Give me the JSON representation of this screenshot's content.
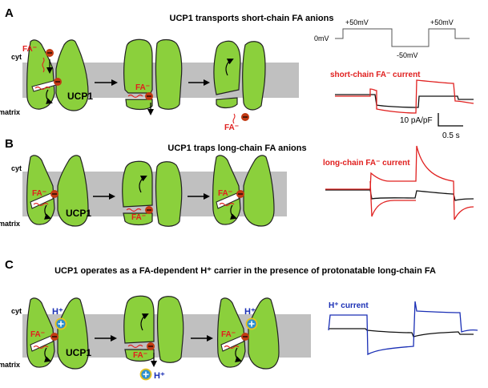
{
  "colors": {
    "protein_fill": "#8bd03c",
    "membrane": "#c0c0c0",
    "fa_head": "#c13a13",
    "fa_tail": "#e0201f",
    "red_trace": "#e0201f",
    "black_trace": "#111111",
    "blue_trace": "#1a2fb5",
    "hplus_fill": "#2d8fd0",
    "hplus_ring": "#e8c21c"
  },
  "icons": [
    "fa-anion-headgroup-icon",
    "fatty-acid-tail-icon",
    "proton-icon",
    "arrow-icon",
    "curved-arrow-icon"
  ],
  "panels": [
    {
      "letter": "A",
      "title": "UCP1 transports short-chain FA anions",
      "cyt": "cyt",
      "matrix": "matrix",
      "protein": "UCP1",
      "fa": "FA⁻",
      "voltage_protocol": {
        "v0": "0mV",
        "v1": "+50mV",
        "v2": "-50mV",
        "v3": "+50mV"
      },
      "trace_label": "short-chain FA⁻ current",
      "scale_y": "10 pA/pF",
      "scale_x": "0.5 s"
    },
    {
      "letter": "B",
      "title": "UCP1 traps long-chain FA anions",
      "cyt": "cyt",
      "matrix": "matrix",
      "protein": "UCP1",
      "fa": "FA⁻",
      "trace_label": "long-chain FA⁻ current"
    },
    {
      "letter": "C",
      "title": "UCP1 operates as a FA-dependent H⁺ carrier in the presence of protonatable long-chain FA",
      "cyt": "cyt",
      "matrix": "matrix",
      "protein": "UCP1",
      "fa": "FA⁻",
      "hplus": "H⁺",
      "trace_label": "H⁺ current"
    }
  ]
}
